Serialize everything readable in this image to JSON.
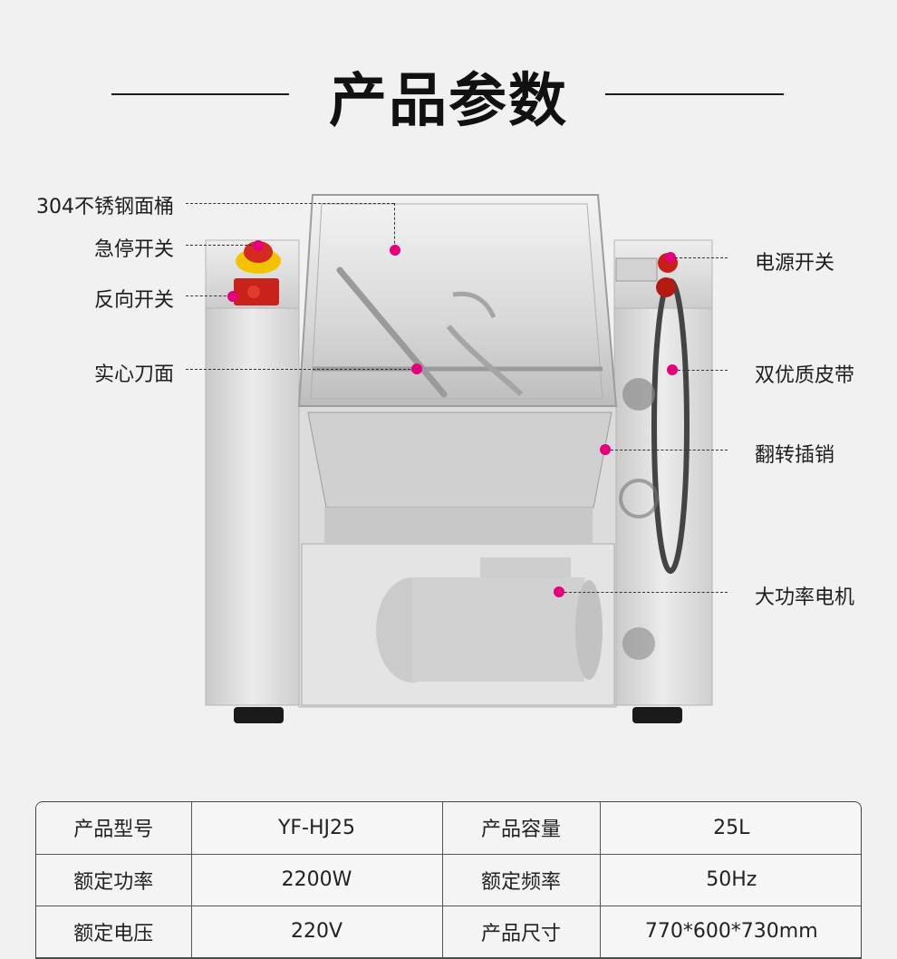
{
  "page": {
    "title": "产品参数"
  },
  "callouts": {
    "bucket": "304不锈钢面桶",
    "emergency_stop": "急停开关",
    "reverse_switch": "反向开关",
    "blade": "实心刀面",
    "power_switch": "电源开关",
    "belt": "双优质皮带",
    "flip_pin": "翻转插销",
    "motor": "大功率电机"
  },
  "specs": {
    "rows": [
      {
        "k1": "产品型号",
        "v1": "YF-HJ25",
        "k2": "产品容量",
        "v2": "25L"
      },
      {
        "k1": "额定功率",
        "v1": "2200W",
        "k2": "额定频率",
        "v2": "50Hz"
      },
      {
        "k1": "额定电压",
        "v1": "220V",
        "k2": "产品尺寸",
        "v2": "770*600*730mm"
      }
    ]
  },
  "colors": {
    "accent_dot": "#e6007e",
    "steel": "#d9d9d9",
    "emergency_red": "#d42a1f",
    "emergency_yellow": "#f2c400"
  }
}
